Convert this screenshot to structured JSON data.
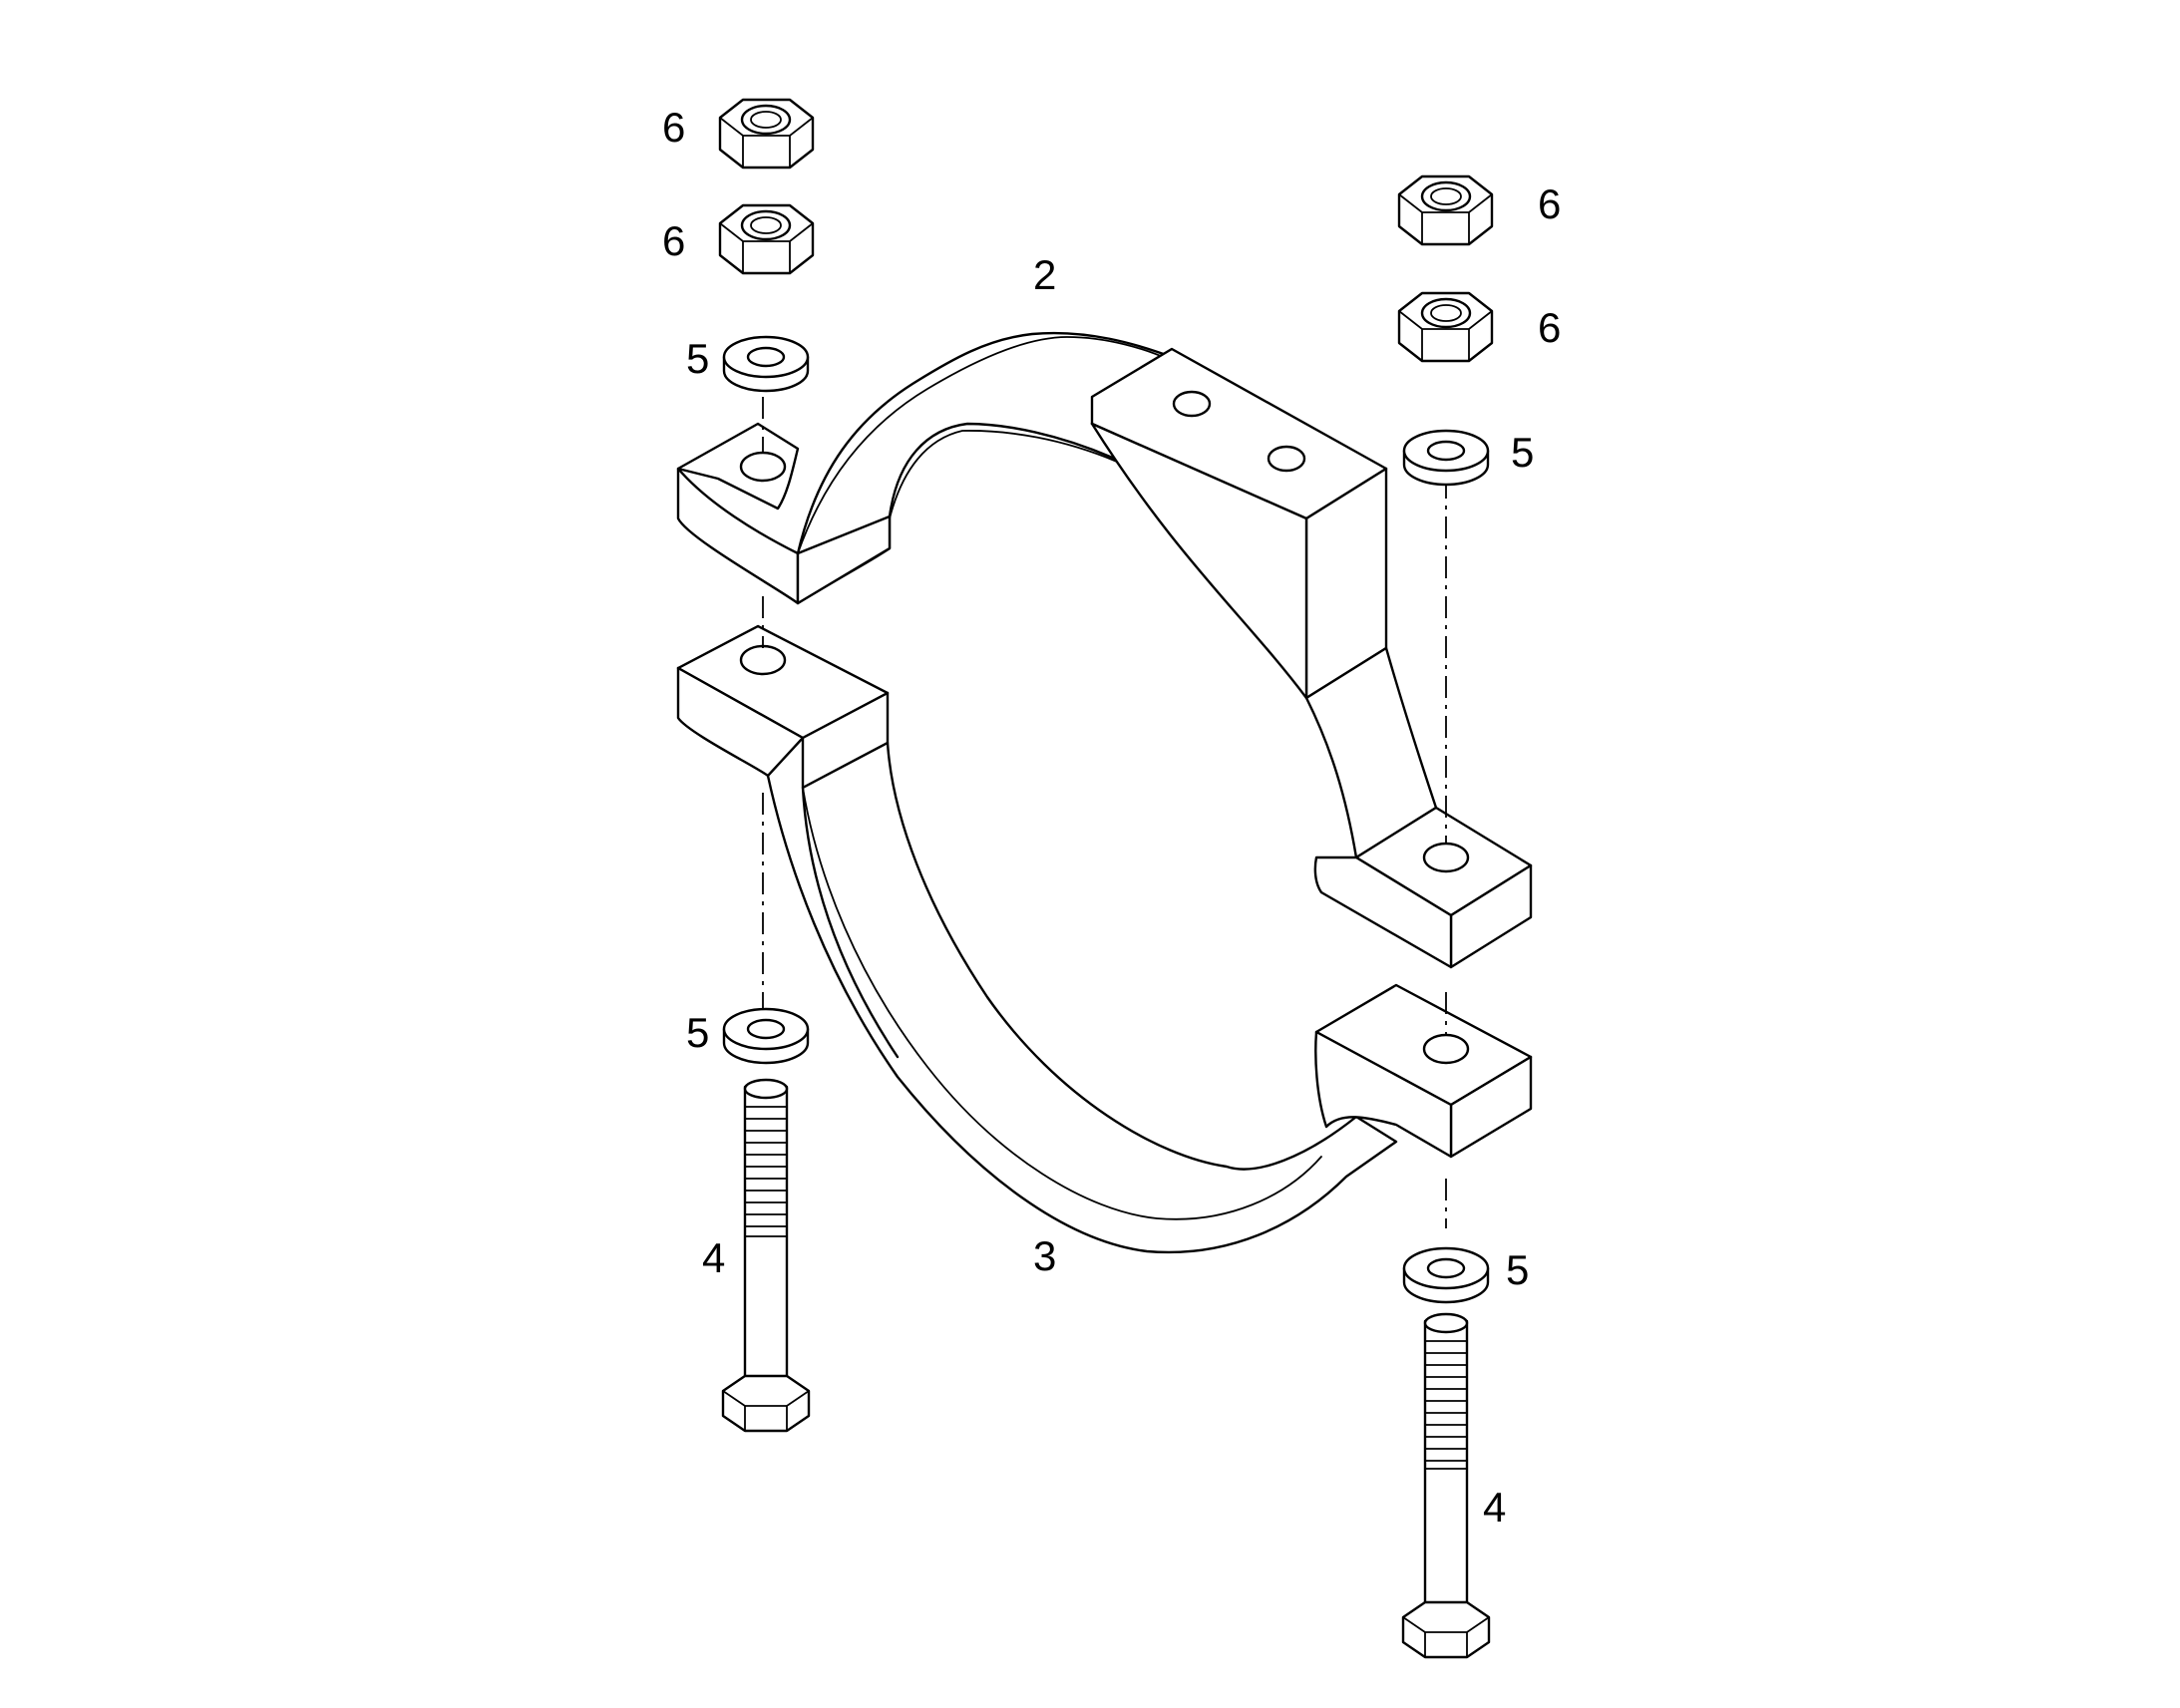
{
  "callouts": {
    "clamp_upper": "2",
    "clamp_lower": "3",
    "bolt_left": "4",
    "bolt_right": "4",
    "washer_top_left": "5",
    "washer_top_right": "5",
    "washer_bottom_left": "5",
    "washer_bottom_right": "5",
    "nut_left_1": "6",
    "nut_left_2": "6",
    "nut_right_1": "6",
    "nut_right_2": "6"
  },
  "colors": {
    "line": "#000000",
    "background": "#ffffff"
  }
}
